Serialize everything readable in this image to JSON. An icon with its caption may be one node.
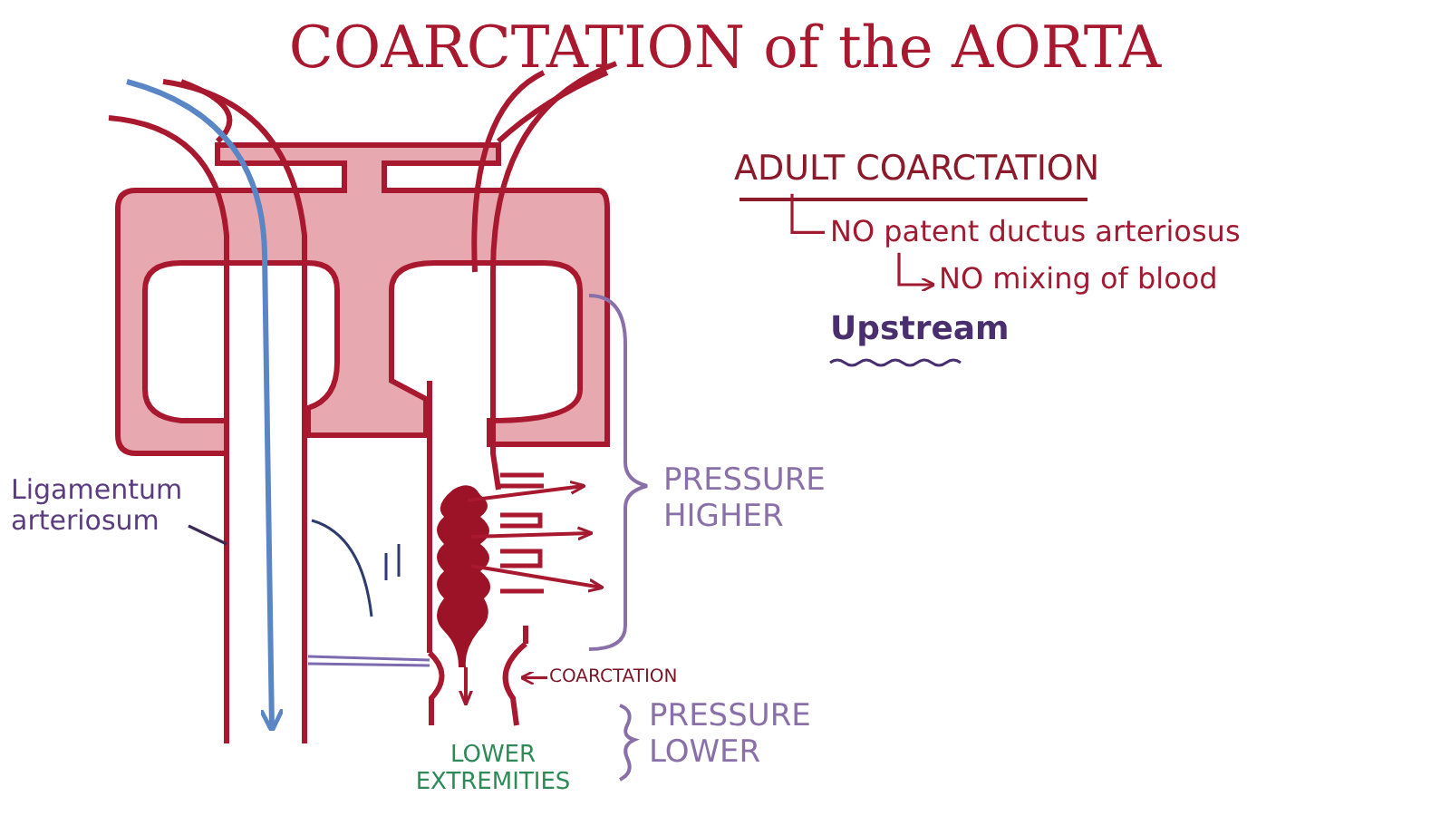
{
  "diagram": {
    "title": "COARCTATION of the AORTA",
    "nodes": [
      {
        "text": [
          "Ligamentum arteriosum"
        ]
      },
      {
        "text": [],
        "shape": "picture"
      },
      {
        "text": [
          "COARCTATION"
        ]
      },
      {
        "text": [
          "ADULT COARCTATION"
        ]
      },
      {
        "text": [
          "NO patent ductus arteriosus"
        ]
      },
      {
        "text": [
          "NO mixing of blood"
        ]
      },
      {
        "text": [],
        "shape": "picture"
      }
    ],
    "edges": [
      {
        "from": 0,
        "to": 1,
        "arrow": "none",
        "color": "#3b2a55"
      },
      {
        "from": 2,
        "to": 6,
        "arrow": "to"
      },
      {
        "from": 3,
        "to": 4,
        "arrow": "none"
      },
      {
        "from": 4,
        "to": 5,
        "arrow": "to"
      }
    ],
    "labels": [
      "Upstream",
      "PRESSURE HIGHER",
      "PRESSURE LOWER",
      "LOWER EXTREMITIES"
    ]
  }
}
